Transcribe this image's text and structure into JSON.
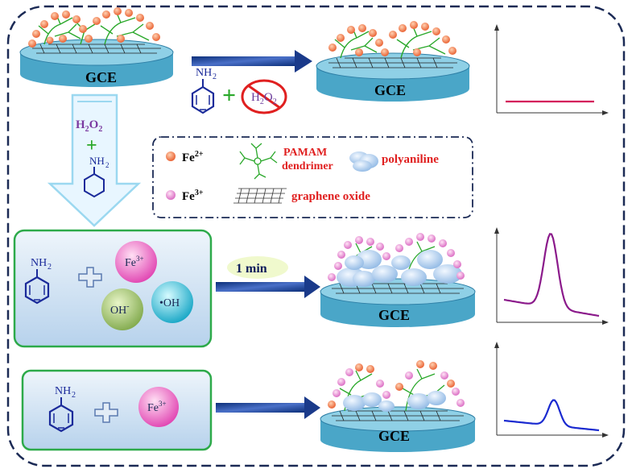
{
  "electrode_label": "GCE",
  "reagents": {
    "aniline_nh2": "NH",
    "nh2_subscript": "2",
    "h2o2_h": "H",
    "h2o2_o": "O",
    "sub_2": "2",
    "plus_sign": "+"
  },
  "legend": {
    "fe2_base": "Fe",
    "fe2_sup": "2+",
    "fe3_base": "Fe",
    "fe3_sup": "3+",
    "pamam_line1": "PAMAM",
    "pamam_line2": "dendrimer",
    "polyaniline": "polyaniline",
    "graphene_oxide": "graphene oxide"
  },
  "species": {
    "fe3_base": "Fe",
    "fe3_sup": "3+",
    "oh_minus": "OH",
    "oh_minus_sup": "-",
    "oh_radical": "•OH"
  },
  "time_label": "1 min",
  "colors": {
    "fe2": "#f07a4a",
    "fe3": "#e88fd0",
    "pamam": "#2aa82a",
    "polyaniline": "#a8ccee",
    "label_red": "#e02020",
    "arrow_blue": "#1a3a8a",
    "disk_top": "#8fd0e6",
    "disk_side": "#4aa6c8",
    "box_fill": "#d6e8f6",
    "box_border": "#2daa4a",
    "curve_flat": "#d4145a",
    "curve_high": "#8b1a8b",
    "curve_low": "#1a2ad0"
  }
}
